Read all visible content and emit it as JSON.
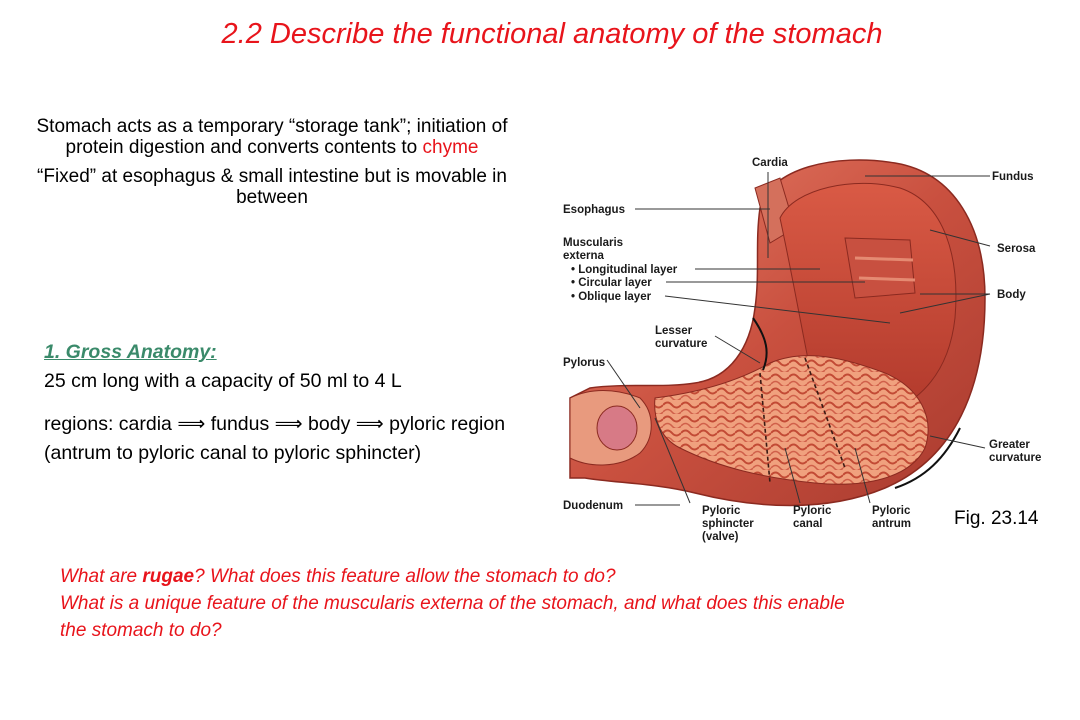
{
  "title": "2.2 Describe the functional anatomy of the stomach",
  "intro": {
    "line1_text": "Stomach acts as a temporary “storage tank”; initiation of protein digestion and converts contents to ",
    "line1_highlight": "chyme",
    "line2": "“Fixed” at esophagus & small intestine but is movable in between"
  },
  "gross": {
    "heading": "1.  Gross Anatomy:",
    "length": "25 cm long with a capacity of 50 ml to 4 L",
    "regions": "regions:  cardia ⟹ fundus ⟹ body ⟹ pyloric region (antrum to pyloric canal to pyloric sphincter)"
  },
  "questions": {
    "q1_pre": "What are ",
    "q1_bold": "rugae",
    "q1_post": "? What does this feature allow the stomach to do?",
    "q2": "What is a unique feature of the muscularis externa of the stomach, and what does this enable the stomach to do?"
  },
  "figure_caption": "Fig. 23.14",
  "diagram_labels": {
    "cardia": "Cardia",
    "fundus": "Fundus",
    "esophagus": "Esophagus",
    "serosa": "Serosa",
    "muscularis_1": "Muscularis",
    "muscularis_2": "externa",
    "longitudinal": "• Longitudinal layer",
    "circular": "• Circular layer",
    "oblique": "• Oblique layer",
    "body": "Body",
    "lesser_1": "Lesser",
    "lesser_2": "curvature",
    "pylorus": "Pylorus",
    "greater_1": "Greater",
    "greater_2": "curvature",
    "duodenum": "Duodenum",
    "pyl_sphincter_1": "Pyloric",
    "pyl_sphincter_2": "sphincter",
    "pyl_sphincter_3": "(valve)",
    "pyl_canal_1": "Pyloric",
    "pyl_canal_2": "canal",
    "pyl_antrum_1": "Pyloric",
    "pyl_antrum_2": "antrum"
  }
}
